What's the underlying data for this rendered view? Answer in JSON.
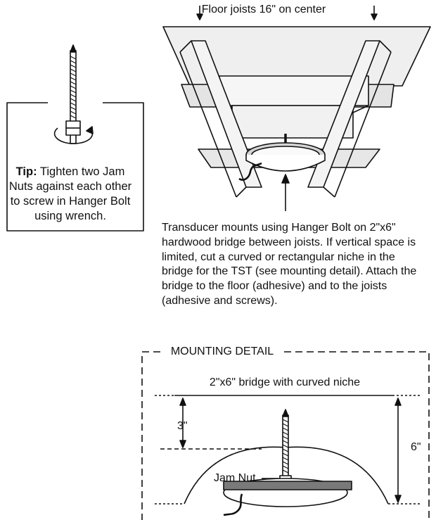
{
  "top_label": "Floor joists 16\" on center",
  "tip": {
    "bold": "Tip:",
    "text": " Tighten two Jam Nuts against each other to screw in Hanger Bolt using wrench."
  },
  "description": "Transducer mounts using Hanger Bolt on 2\"x6\" hardwood bridge between joists. If vertical space is limited, cut a curved or rectangular niche in the bridge for the TST (see mounting detail). Attach the bridge to the floor (adhesive) and to the joists (adhesive and screws).",
  "detail": {
    "title": "MOUNTING DETAIL",
    "bridge_label": "2\"x6\" bridge with curved niche",
    "dim_small": "3\"",
    "dim_large": "6\"",
    "jam_nut": "Jam Nut"
  }
}
